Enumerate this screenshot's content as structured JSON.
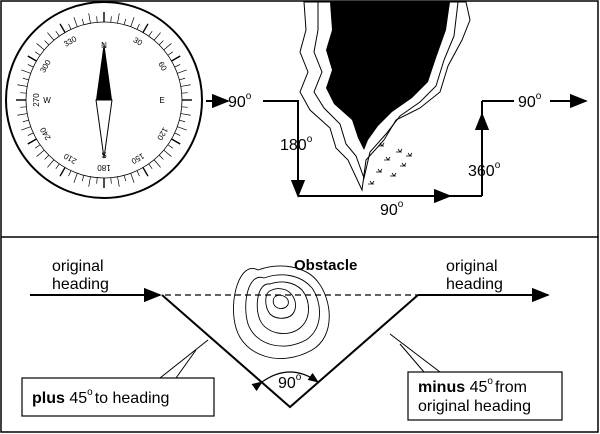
{
  "top_panel": {
    "compass": {
      "north": "N",
      "east": "E",
      "south": "S",
      "west": "W",
      "degree_labels": [
        {
          "text": "30",
          "deg": 30
        },
        {
          "text": "60",
          "deg": 60
        },
        {
          "text": "120",
          "deg": 120
        },
        {
          "text": "150",
          "deg": 150
        },
        {
          "text": "180",
          "deg": 180
        },
        {
          "text": "210",
          "deg": 210
        },
        {
          "text": "240",
          "deg": 240
        },
        {
          "text": "270",
          "deg": 270
        },
        {
          "text": "300",
          "deg": 300
        },
        {
          "text": "330",
          "deg": 330
        }
      ]
    },
    "route_labels": {
      "leg1": "90",
      "leg2": "180",
      "leg3": "90",
      "leg4": "360",
      "leg5": "90",
      "degree_symbol": "o"
    }
  },
  "bottom_panel": {
    "original_heading_left": [
      "original",
      "heading"
    ],
    "original_heading_right": [
      "original",
      "heading"
    ],
    "obstacle_label": "Obstacle",
    "angle_label": "90",
    "degree_symbol": "o",
    "callout_left": {
      "bold": "plus",
      "rest": " 45",
      "after": "to heading"
    },
    "callout_right": {
      "bold": "minus",
      "rest": " 45",
      "after": "from",
      "line2": "original heading"
    }
  }
}
